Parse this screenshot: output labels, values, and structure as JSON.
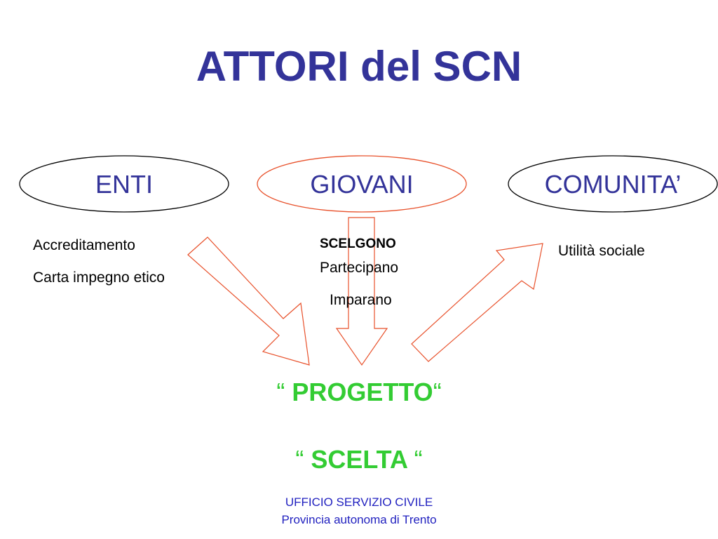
{
  "title": "ATTORI del SCN",
  "actors": [
    {
      "label": "ENTI",
      "stroke": "#000000"
    },
    {
      "label": "GIOVANI",
      "stroke": "#e8512b"
    },
    {
      "label": "COMUNITA’",
      "stroke": "#000000"
    }
  ],
  "enti_notes": [
    "Accreditamento",
    "Carta impegno etico"
  ],
  "giovani_notes": {
    "strong": "SCELGONO",
    "items": [
      "Partecipano",
      "Imparano"
    ]
  },
  "comunita_note": "Utilità sociale",
  "outcomes": {
    "quote_open": "“",
    "quote_close": "“",
    "progetto": "PROGETTO",
    "scelta": "SCELTA"
  },
  "footer": {
    "line1": "UFFICIO SERVIZIO CIVILE",
    "line2": "Provincia autonoma di Trento"
  },
  "colors": {
    "title": "#333399",
    "arrow": "#e8512b",
    "outcome": "#33cc33",
    "footer": "#1f1fbf"
  }
}
